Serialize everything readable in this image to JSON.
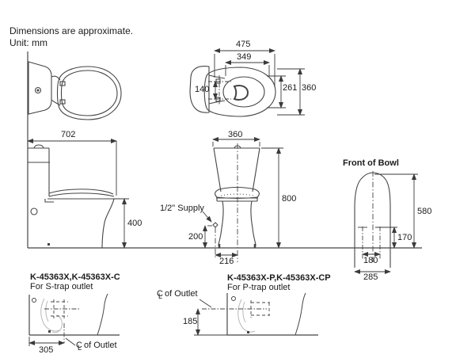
{
  "header": {
    "note": "Dimensions are approximate.",
    "unit": "Unit: mm"
  },
  "plan_view": {
    "d475": "475",
    "d349": "349",
    "d140": "140",
    "d261": "261",
    "d360": "360"
  },
  "side_view": {
    "d702": "702",
    "d400": "400"
  },
  "front_view": {
    "d360": "360",
    "d800": "800",
    "d200": "200",
    "d216": "216",
    "supply": "1/2\" Supply"
  },
  "bowl_view": {
    "title": "Front of Bowl",
    "d580": "580",
    "d170": "170",
    "d180": "180",
    "d285": "285"
  },
  "s_trap": {
    "models": "K-45363X,K-45363X-C",
    "type": "For S-trap outlet",
    "d305": "305",
    "cl_c": "C",
    "cl_l": "L",
    "cl_text": "of Outlet"
  },
  "p_trap": {
    "models": "K-45363X-P,K-45363X-CP",
    "type": "For P-trap outlet",
    "d185": "185",
    "cl_c": "C",
    "cl_l": "L",
    "cl_text": "of Outlet"
  },
  "colors": {
    "background": "#ffffff",
    "line": "#454545",
    "dimension": "#3a3a3a",
    "ghost": "#b8b8b8",
    "text": "#1b1b1b"
  }
}
